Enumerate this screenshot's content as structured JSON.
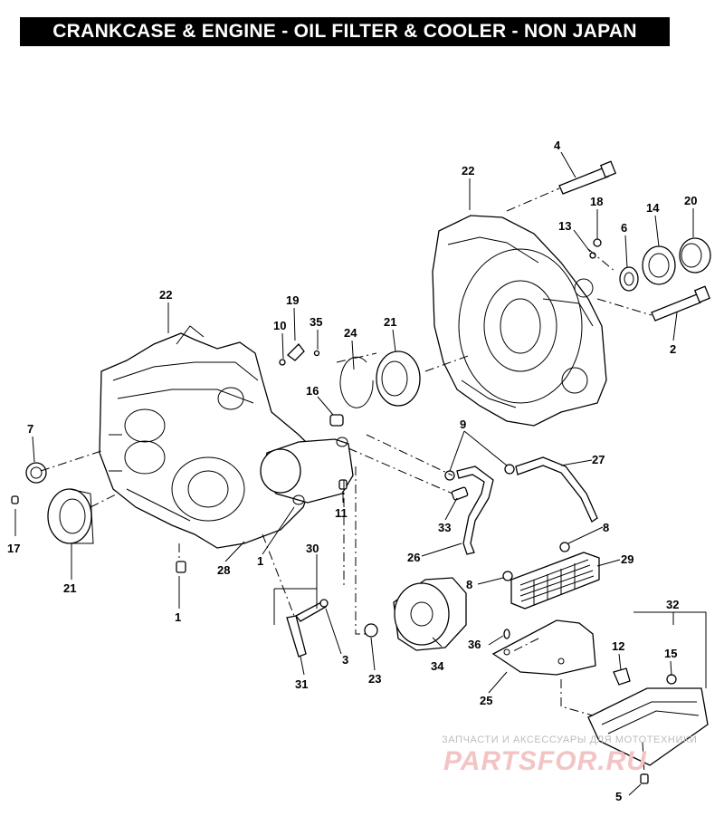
{
  "title": "CRANKCASE & ENGINE - OIL FILTER & COOLER - NON JAPAN",
  "callouts": [
    "4",
    "22",
    "18",
    "13",
    "6",
    "14",
    "20",
    "22",
    "19",
    "10",
    "35",
    "24",
    "21",
    "2",
    "16",
    "7",
    "9",
    "27",
    "17",
    "21",
    "1",
    "28",
    "11",
    "33",
    "30",
    "8",
    "26",
    "29",
    "8",
    "32",
    "1",
    "3",
    "23",
    "34",
    "36",
    "12",
    "15",
    "31",
    "25",
    "5"
  ],
  "watermark": {
    "line1": "ЗАПЧАСТИ И АКСЕССУАРЫ ДЛЯ МОТОТЕХНИКИ",
    "line2": "PARTSFOR.RU"
  },
  "colors": {
    "title_bg": "#000000",
    "title_fg": "#ffffff",
    "ink": "#000000",
    "watermark_red": "#f3c4c4",
    "watermark_gray": "#bdbdbd"
  }
}
